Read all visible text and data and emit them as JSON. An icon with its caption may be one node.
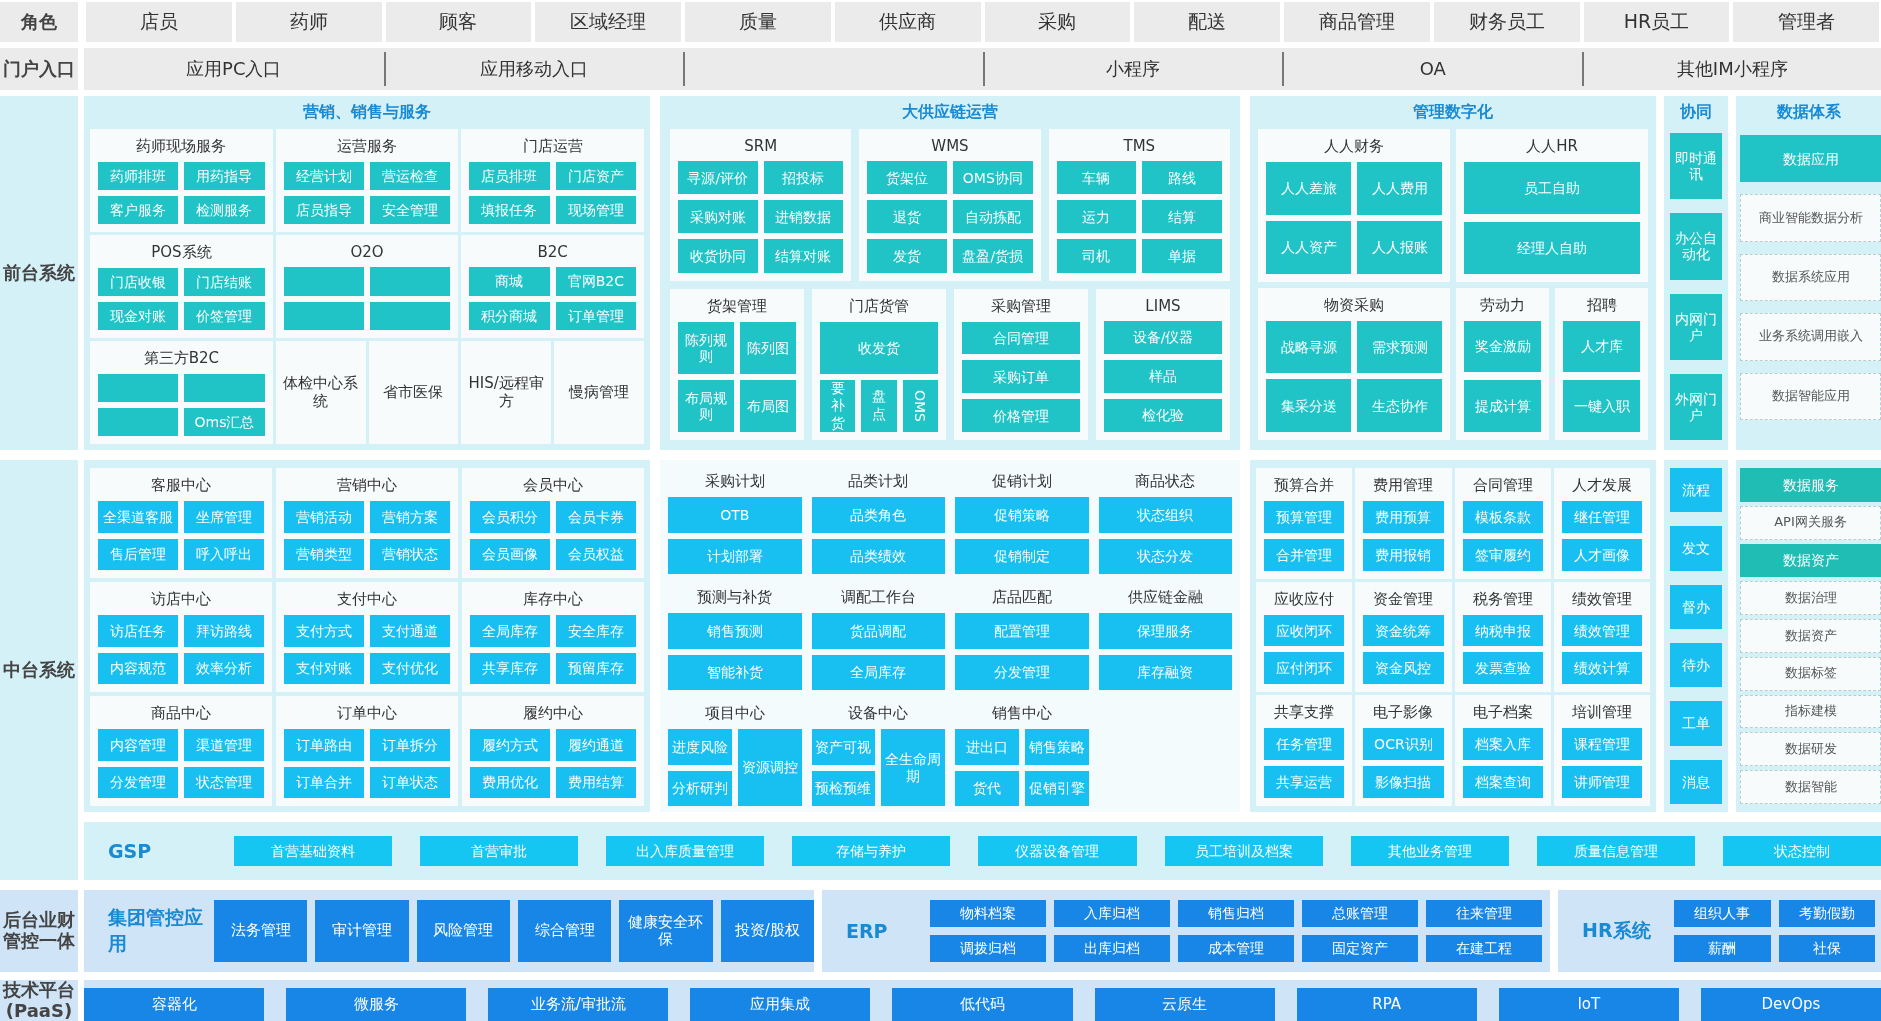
{
  "diagram": {
    "nodes": [
      {
        "text": [
          "角色"
        ]
      },
      {
        "text": [
          "店员"
        ]
      },
      {
        "text": [
          "药师"
        ]
      },
      {
        "text": [
          "顾客"
        ]
      },
      {
        "text": [
          "区域经理"
        ]
      },
      {
        "text": [
          "质量"
        ]
      },
      {
        "text": [
          "供应商"
        ]
      },
      {
        "text": [
          "采购"
        ]
      },
      {
        "text": [
          "配送"
        ]
      },
      {
        "text": [
          "商品管理"
        ]
      },
      {
        "text": [
          "财务员工"
        ]
      },
      {
        "text": [
          "HR员工"
        ]
      },
      {
        "text": [
          "管理者"
        ]
      },
      {
        "text": [
          "门户入口"
        ]
      },
      {
        "text": [],
        "shape": "box"
      },
      {
        "text": [
          "应用PC入口"
        ],
        "in": 14
      },
      {
        "text": [
          "应用移动入口"
        ],
        "in": 14
      },
      {
        "text": [],
        "shape": "box",
        "in": 14
      },
      {
        "text": [
          "小程序"
        ],
        "in": 14
      },
      {
        "text": [
          "OA"
        ],
        "in": 14
      },
      {
        "text": [
          "其他IM小程序"
        ],
        "in": 14
      },
      {
        "text": [
          "前台系统"
        ]
      },
      {
        "text": [
          "营销、销售与服务"
        ]
      },
      {
        "text": [
          "药师现场服务"
        ],
        "in": 22
      },
      {
        "text": [
          "药师排班"
        ],
        "in": 23
      },
      {
        "text": [
          "用药指导"
        ],
        "in": 23
      },
      {
        "text": [
          "客户服务"
        ],
        "in": 23
      },
      {
        "text": [
          "检测服务"
        ],
        "in": 23
      },
      {
        "text": [
          "运营服务"
        ],
        "in": 22
      },
      {
        "text": [
          "经营计划"
        ],
        "in": 28
      },
      {
        "text": [
          "营运检查"
        ],
        "in": 28
      },
      {
        "text": [
          "店员指导"
        ],
        "in": 28
      },
      {
        "text": [
          "安全管理"
        ],
        "in": 28
      },
      {
        "text": [
          "门店运营"
        ],
        "in": 22
      },
      {
        "text": [
          "店员排班"
        ],
        "in": 33
      },
      {
        "text": [
          "门店资产"
        ],
        "in": 33
      },
      {
        "text": [
          "填报任务"
        ],
        "in": 33
      },
      {
        "text": [
          "现场管理"
        ],
        "in": 33
      },
      {
        "text": [
          "POS系统"
        ],
        "in": 22
      },
      {
        "text": [
          "门店收银"
        ],
        "in": 38
      },
      {
        "text": [
          "门店结账"
        ],
        "in": 38
      },
      {
        "text": [
          "现金对账"
        ],
        "in": 38
      },
      {
        "text": [
          "价签管理"
        ],
        "in": 38
      },
      {
        "text": [
          "O2O"
        ],
        "in": 22
      },
      {
        "text": [],
        "shape": "box",
        "in": 43
      },
      {
        "text": [],
        "shape": "box",
        "in": 43
      },
      {
        "text": [],
        "shape": "box",
        "in": 43
      },
      {
        "text": [],
        "shape": "box",
        "in": 43
      },
      {
        "text": [
          "B2C"
        ],
        "in": 22
      },
      {
        "text": [
          "商城"
        ],
        "in": 48
      },
      {
        "text": [
          "官网B2C"
        ],
        "in": 48
      },
      {
        "text": [
          "积分商城"
        ],
        "in": 48
      },
      {
        "text": [
          "订单管理"
        ],
        "in": 48
      },
      {
        "text": [
          "第三方B2C"
        ],
        "in": 22
      },
      {
        "text": [],
        "shape": "box",
        "in": 53
      },
      {
        "text": [],
        "shape": "box",
        "in": 53
      },
      {
        "text": [],
        "shape": "box",
        "in": 53
      },
      {
        "text": [
          "Oms汇总"
        ],
        "in": 53
      },
      {
        "text": [
          "体检中心系统"
        ],
        "in": 22
      },
      {
        "text": [
          "省市医保"
        ],
        "in": 22
      },
      {
        "text": [
          "HIS/远程审方"
        ],
        "in": 22
      },
      {
        "text": [
          "慢病管理"
        ],
        "in": 22
      },
      {
        "text": [
          "大供应链运营"
        ]
      },
      {
        "text": [
          "SRM"
        ],
        "in": 62
      },
      {
        "text": [
          "寻源/评价"
        ],
        "in": 63
      },
      {
        "text": [
          "招投标"
        ],
        "in": 63
      },
      {
        "text": [
          "采购对账"
        ],
        "in": 63
      },
      {
        "text": [
          "进销数据"
        ],
        "in": 63
      },
      {
        "text": [
          "收货协同"
        ],
        "in": 63
      },
      {
        "text": [
          "结算对账"
        ],
        "in": 63
      },
      {
        "text": [
          "WMS"
        ],
        "in": 62
      },
      {
        "text": [
          "货架位"
        ],
        "in": 70
      },
      {
        "text": [
          "OMS协同"
        ],
        "in": 70
      },
      {
        "text": [
          "退货"
        ],
        "in": 70
      },
      {
        "text": [
          "自动拣配"
        ],
        "in": 70
      },
      {
        "text": [
          "发货"
        ],
        "in": 70
      },
      {
        "text": [
          "盘盈/货损"
        ],
        "in": 70
      },
      {
        "text": [
          "TMS"
        ],
        "in": 62
      },
      {
        "text": [
          "车辆"
        ],
        "in": 77
      },
      {
        "text": [
          "路线"
        ],
        "in": 77
      },
      {
        "text": [
          "运力"
        ],
        "in": 77
      },
      {
        "text": [
          "结算"
        ],
        "in": 77
      },
      {
        "text": [
          "司机"
        ],
        "in": 77
      },
      {
        "text": [
          "单据"
        ],
        "in": 77
      },
      {
        "text": [
          "货架管理"
        ],
        "in": 62
      },
      {
        "text": [
          "陈列规则"
        ],
        "in": 84
      },
      {
        "text": [
          "陈列图"
        ],
        "in": 84
      },
      {
        "text": [
          "布局规则"
        ],
        "in": 84
      },
      {
        "text": [
          "布局图"
        ],
        "in": 84
      },
      {
        "text": [
          "门店货管"
        ],
        "in": 62
      },
      {
        "text": [
          "收发货"
        ],
        "in": 89
      },
      {
        "text": [
          "要补货"
        ],
        "in": 89
      },
      {
        "text": [
          "盘点"
        ],
        "in": 89
      },
      {
        "text": [
          "OMS"
        ],
        "in": 89
      },
      {
        "text": [
          "采购管理"
        ],
        "in": 62
      },
      {
        "text": [
          "合同管理"
        ],
        "in": 94
      },
      {
        "text": [
          "采购订单"
        ],
        "in": 94
      },
      {
        "text": [
          "价格管理"
        ],
        "in": 94
      },
      {
        "text": [
          "LIMS"
        ],
        "in": 62
      },
      {
        "text": [
          "设备/仪器"
        ],
        "in": 98
      },
      {
        "text": [
          "样品"
        ],
        "in": 98
      },
      {
        "text": [
          "检化验"
        ],
        "in": 98
      },
      {
        "text": [
          "管理数字化"
        ]
      },
      {
        "text": [
          "人人财务"
        ],
        "in": 102
      },
      {
        "text": [
          "人人差旅"
        ],
        "in": 103
      },
      {
        "text": [
          "人人费用"
        ],
        "in": 103
      },
      {
        "text": [
          "人人资产"
        ],
        "in": 103
      },
      {
        "text": [
          "人人报账"
        ],
        "in": 103
      },
      {
        "text": [
          "人人HR"
        ],
        "in": 102
      },
      {
        "text": [
          "员工自助"
        ],
        "in": 108
      },
      {
        "text": [
          "经理人自助"
        ],
        "in": 108
      },
      {
        "text": [
          "物资采购"
        ],
        "in": 102
      },
      {
        "text": [
          "战略寻源"
        ],
        "in": 111
      },
      {
        "text": [
          "需求预测"
        ],
        "in": 111
      },
      {
        "text": [
          "集采分送"
        ],
        "in": 111
      },
      {
        "text": [
          "生态协作"
        ],
        "in": 111
      },
      {
        "text": [
          "劳动力"
        ],
        "in": 102
      },
      {
        "text": [
          "奖金激励"
        ],
        "in": 116
      },
      {
        "text": [
          "提成计算"
        ],
        "in": 116
      },
      {
        "text": [
          "招聘"
        ],
        "in": 102
      },
      {
        "text": [
          "人才库"
        ],
        "in": 119
      },
      {
        "text": [
          "一键入职"
        ],
        "in": 119
      },
      {
        "text": [
          "协同"
        ]
      },
      {
        "text": [
          "即时通讯"
        ],
        "in": 122
      },
      {
        "text": [
          "办公自动化"
        ],
        "in": 122
      },
      {
        "text": [
          "内网门户"
        ],
        "in": 122
      },
      {
        "text": [
          "外网门户"
        ],
        "in": 122
      },
      {
        "text": [
          "数据体系"
        ]
      },
      {
        "text": [
          "数据应用"
        ],
        "in": 127
      },
      {
        "text": [
          "商业智能数据分析"
        ],
        "in": 127
      },
      {
        "text": [
          "数据系统应用"
        ],
        "in": 127
      },
      {
        "text": [
          "业务系统调用嵌入"
        ],
        "in": 127
      },
      {
        "text": [
          "数据智能应用"
        ],
        "in": 127
      },
      {
        "text": [
          "中台系统"
        ]
      },
      {
        "text": [],
        "shape": "box"
      },
      {
        "text": [
          "客服中心"
        ],
        "in": 134
      },
      {
        "text": [
          "全渠道客服"
        ],
        "in": 135
      },
      {
        "text": [
          "坐席管理"
        ],
        "in": 135
      },
      {
        "text": [
          "售后管理"
        ],
        "in": 135
      },
      {
        "text": [
          "呼入呼出"
        ],
        "in": 135
      },
      {
        "text": [
          "营销中心"
        ],
        "in": 134
      },
      {
        "text": [
          "营销活动"
        ],
        "in": 140
      },
      {
        "text": [
          "营销方案"
        ],
        "in": 140
      },
      {
        "text": [
          "营销类型"
        ],
        "in": 140
      },
      {
        "text": [
          "营销状态"
        ],
        "in": 140
      },
      {
        "text": [
          "会员中心"
        ],
        "in": 134
      },
      {
        "text": [
          "会员积分"
        ],
        "in": 145
      },
      {
        "text": [
          "会员卡券"
        ],
        "in": 145
      },
      {
        "text": [
          "会员画像"
        ],
        "in": 145
      },
      {
        "text": [
          "会员权益"
        ],
        "in": 145
      },
      {
        "text": [
          "访店中心"
        ],
        "in": 134
      },
      {
        "text": [
          "访店任务"
        ],
        "in": 150
      },
      {
        "text": [
          "拜访路线"
        ],
        "in": 150
      },
      {
        "text": [
          "内容规范"
        ],
        "in": 150
      },
      {
        "text": [
          "效率分析"
        ],
        "in": 150
      },
      {
        "text": [
          "支付中心"
        ],
        "in": 134
      },
      {
        "text": [
          "支付方式"
        ],
        "in": 155
      },
      {
        "text": [
          "支付通道"
        ],
        "in": 155
      },
      {
        "text": [
          "支付对账"
        ],
        "in": 155
      },
      {
        "text": [
          "支付优化"
        ],
        "in": 155
      },
      {
        "text": [
          "库存中心"
        ],
        "in": 134
      },
      {
        "text": [
          "全局库存"
        ],
        "in": 160
      },
      {
        "text": [
          "安全库存"
        ],
        "in": 160
      },
      {
        "text": [
          "共享库存"
        ],
        "in": 160
      },
      {
        "text": [
          "预留库存"
        ],
        "in": 160
      },
      {
        "text": [
          "商品中心"
        ],
        "in": 134
      },
      {
        "text": [
          "内容管理"
        ],
        "in": 165
      },
      {
        "text": [
          "渠道管理"
        ],
        "in": 165
      },
      {
        "text": [
          "分发管理"
        ],
        "in": 165
      },
      {
        "text": [
          "状态管理"
        ],
        "in": 165
      },
      {
        "text": [
          "订单中心"
        ],
        "in": 134
      },
      {
        "text": [
          "订单路由"
        ],
        "in": 170
      },
      {
        "text": [
          "订单拆分"
        ],
        "in": 170
      },
      {
        "text": [
          "订单合并"
        ],
        "in": 170
      },
      {
        "text": [
          "订单状态"
        ],
        "in": 170
      },
      {
        "text": [
          "履约中心"
        ],
        "in": 134
      },
      {
        "text": [
          "履约方式"
        ],
        "in": 175
      },
      {
        "text": [
          "履约通道"
        ],
        "in": 175
      },
      {
        "text": [
          "费用优化"
        ],
        "in": 175
      },
      {
        "text": [
          "费用结算"
        ],
        "in": 175
      },
      {
        "text": [],
        "shape": "box"
      },
      {
        "text": [
          "采购计划"
        ],
        "in": 180
      },
      {
        "text": [
          "OTB"
        ],
        "in": 181
      },
      {
        "text": [
          "计划部署"
        ],
        "in": 181
      },
      {
        "text": [
          "品类计划"
        ],
        "in": 180
      },
      {
        "text": [
          "品类角色"
        ],
        "in": 184
      },
      {
        "text": [
          "品类绩效"
        ],
        "in": 184
      },
      {
        "text": [
          "促销计划"
        ],
        "in": 180
      },
      {
        "text": [
          "促销策略"
        ],
        "in": 187
      },
      {
        "text": [
          "促销制定"
        ],
        "in": 187
      },
      {
        "text": [
          "商品状态"
        ],
        "in": 180
      },
      {
        "text": [
          "状态组织"
        ],
        "in": 190
      },
      {
        "text": [
          "状态分发"
        ],
        "in": 190
      },
      {
        "text": [
          "预测与补货"
        ],
        "in": 180
      },
      {
        "text": [
          "销售预测"
        ],
        "in": 193
      },
      {
        "text": [
          "智能补货"
        ],
        "in": 193
      },
      {
        "text": [
          "调配工作台"
        ],
        "in": 180
      },
      {
        "text": [
          "货品调配"
        ],
        "in": 196
      },
      {
        "text": [
          "全局库存"
        ],
        "in": 196
      },
      {
        "text": [
          "店品匹配"
        ],
        "in": 180
      },
      {
        "text": [
          "配置管理"
        ],
        "in": 199
      },
      {
        "text": [
          "分发管理"
        ],
        "in": 199
      },
      {
        "text": [
          "供应链金融"
        ],
        "in": 180
      },
      {
        "text": [
          "保理服务"
        ],
        "in": 202
      },
      {
        "text": [
          "库存融资"
        ],
        "in": 202
      },
      {
        "text": [
          "项目中心"
        ],
        "in": 180
      },
      {
        "text": [
          "进度风险"
        ],
        "in": 205
      },
      {
        "text": [
          "资源调控"
        ],
        "in": 205
      },
      {
        "text": [
          "分析研判"
        ],
        "in": 205
      },
      {
        "text": [
          "设备中心"
        ],
        "in": 180
      },
      {
        "text": [
          "资产可视"
        ],
        "in": 209
      },
      {
        "text": [
          "全生命周期"
        ],
        "in": 209
      },
      {
        "text": [
          "预检预维"
        ],
        "in": 209
      },
      {
        "text": [
          "销售中心"
        ],
        "in": 180
      },
      {
        "text": [
          "进出口"
        ],
        "in": 213
      },
      {
        "text": [
          "销售策略"
        ],
        "in": 213
      },
      {
        "text": [
          "货代"
        ],
        "in": 213
      },
      {
        "text": [
          "促销引擎"
        ],
        "in": 213
      },
      {
        "text": [],
        "shape": "box"
      },
      {
        "text": [
          "预算合并"
        ],
        "in": 218
      },
      {
        "text": [
          "预算管理"
        ],
        "in": 219
      },
      {
        "text": [
          "合并管理"
        ],
        "in": 219
      },
      {
        "text": [
          "费用管理"
        ],
        "in": 218
      },
      {
        "text": [
          "费用预算"
        ],
        "in": 222
      },
      {
        "text": [
          "费用报销"
        ],
        "in": 222
      },
      {
        "text": [
          "合同管理"
        ],
        "in": 218
      },
      {
        "text": [
          "模板条款"
        ],
        "in": 225
      },
      {
        "text": [
          "签审履约"
        ],
        "in": 225
      },
      {
        "text": [
          "人才发展"
        ],
        "in": 218
      },
      {
        "text": [
          "继任管理"
        ],
        "in": 228
      },
      {
        "text": [
          "人才画像"
        ],
        "in": 228
      },
      {
        "text": [
          "应收应付"
        ],
        "in": 218
      },
      {
        "text": [
          "应收闭环"
        ],
        "in": 231
      },
      {
        "text": [
          "应付闭环"
        ],
        "in": 231
      },
      {
        "text": [
          "资金管理"
        ],
        "in": 218
      },
      {
        "text": [
          "资金统筹"
        ],
        "in": 234
      },
      {
        "text": [
          "资金风控"
        ],
        "in": 234
      },
      {
        "text": [
          "税务管理"
        ],
        "in": 218
      },
      {
        "text": [
          "纳税申报"
        ],
        "in": 237
      },
      {
        "text": [
          "发票查验"
        ],
        "in": 237
      },
      {
        "text": [
          "绩效管理"
        ],
        "in": 218
      },
      {
        "text": [
          "绩效管理"
        ],
        "in": 240
      },
      {
        "text": [
          "绩效计算"
        ],
        "in": 240
      },
      {
        "text": [
          "共享支撑"
        ],
        "in": 218
      },
      {
        "text": [
          "任务管理"
        ],
        "in": 243
      },
      {
        "text": [
          "共享运营"
        ],
        "in": 243
      },
      {
        "text": [
          "电子影像"
        ],
        "in": 218
      },
      {
        "text": [
          "OCR识别"
        ],
        "in": 246
      },
      {
        "text": [
          "影像扫描"
        ],
        "in": 246
      },
      {
        "text": [
          "电子档案"
        ],
        "in": 218
      },
      {
        "text": [
          "档案入库"
        ],
        "in": 249
      },
      {
        "text": [
          "档案查询"
        ],
        "in": 249
      },
      {
        "text": [
          "培训管理"
        ],
        "in": 218
      },
      {
        "text": [
          "课程管理"
        ],
        "in": 252
      },
      {
        "text": [
          "讲师管理"
        ],
        "in": 252
      },
      {
        "text": [],
        "shape": "box"
      },
      {
        "text": [
          "流程"
        ],
        "in": 255
      },
      {
        "text": [
          "发文"
        ],
        "in": 255
      },
      {
        "text": [
          "督办"
        ],
        "in": 255
      },
      {
        "text": [
          "待办"
        ],
        "in": 255
      },
      {
        "text": [
          "工单"
        ],
        "in": 255
      },
      {
        "text": [
          "消息"
        ],
        "in": 255
      },
      {
        "text": [],
        "shape": "box"
      },
      {
        "text": [
          "数据服务"
        ],
        "in": 262
      },
      {
        "text": [
          "API网关服务"
        ],
        "in": 262
      },
      {
        "text": [
          "数据资产"
        ],
        "in": 262
      },
      {
        "text": [
          "数据治理"
        ],
        "in": 262
      },
      {
        "text": [
          "数据资产"
        ],
        "in": 262
      },
      {
        "text": [
          "数据标签"
        ],
        "in": 262
      },
      {
        "text": [
          "指标建模"
        ],
        "in": 262
      },
      {
        "text": [
          "数据研发"
        ],
        "in": 262
      },
      {
        "text": [
          "数据智能"
        ],
        "in": 262
      },
      {
        "text": [
          "GSP"
        ]
      },
      {
        "text": [
          "首营基础资料"
        ],
        "in": 272
      },
      {
        "text": [
          "首营审批"
        ],
        "in": 272
      },
      {
        "text": [
          "出入库质量管理"
        ],
        "in": 272
      },
      {
        "text": [
          "存储与养护"
        ],
        "in": 272
      },
      {
        "text": [
          "仪器设备管理"
        ],
        "in": 272
      },
      {
        "text": [
          "员工培训及档案"
        ],
        "in": 272
      },
      {
        "text": [
          "其他业务管理"
        ],
        "in": 272
      },
      {
        "text": [
          "质量信息管理"
        ],
        "in": 272
      },
      {
        "text": [
          "状态控制"
        ],
        "in": 272
      },
      {
        "text": [
          "后台业财管控一体"
        ]
      },
      {
        "text": [
          "集团管控应用"
        ]
      },
      {
        "text": [
          "法务管理"
        ],
        "in": 283
      },
      {
        "text": [
          "审计管理"
        ],
        "in": 283
      },
      {
        "text": [
          "风险管理"
        ],
        "in": 283
      },
      {
        "text": [
          "综合管理"
        ],
        "in": 283
      },
      {
        "text": [
          "健康安全环保"
        ],
        "in": 283
      },
      {
        "text": [
          "投资/股权"
        ],
        "in": 283
      },
      {
        "text": [
          "ERP"
        ]
      },
      {
        "text": [
          "物料档案"
        ],
        "in": 290
      },
      {
        "text": [
          "入库归档"
        ],
        "in": 290
      },
      {
        "text": [
          "销售归档"
        ],
        "in": 290
      },
      {
        "text": [
          "总账管理"
        ],
        "in": 290
      },
      {
        "text": [
          "往来管理"
        ],
        "in": 290
      },
      {
        "text": [
          "调拨归档"
        ],
        "in": 290
      },
      {
        "text": [
          "出库归档"
        ],
        "in": 290
      },
      {
        "text": [
          "成本管理"
        ],
        "in": 290
      },
      {
        "text": [
          "固定资产"
        ],
        "in": 290
      },
      {
        "text": [
          "在建工程"
        ],
        "in": 290
      },
      {
        "text": [
          "HR系统"
        ]
      },
      {
        "text": [
          "组织人事"
        ],
        "in": 301
      },
      {
        "text": [
          "考勤假勤"
        ],
        "in": 301
      },
      {
        "text": [
          "薪酬"
        ],
        "in": 301
      },
      {
        "text": [
          "社保"
        ],
        "in": 301
      },
      {
        "text": [
          "技术平台(PaaS)"
        ]
      },
      {
        "text": [],
        "shape": "box"
      },
      {
        "text": [
          "容器化"
        ],
        "in": 307
      },
      {
        "text": [
          "微服务"
        ],
        "in": 307
      },
      {
        "text": [
          "业务流/审批流"
        ],
        "in": 307
      },
      {
        "text": [
          "应用集成"
        ],
        "in": 307
      },
      {
        "text": [
          "低代码"
        ],
        "in": 307
      },
      {
        "text": [
          "云原生"
        ],
        "in": 307
      },
      {
        "text": [
          "RPA"
        ],
        "in": 307
      },
      {
        "text": [
          "IoT"
        ],
        "in": 307
      },
      {
        "text": [
          "DevOps"
        ],
        "in": 307
      }
    ],
    "edges": []
  }
}
